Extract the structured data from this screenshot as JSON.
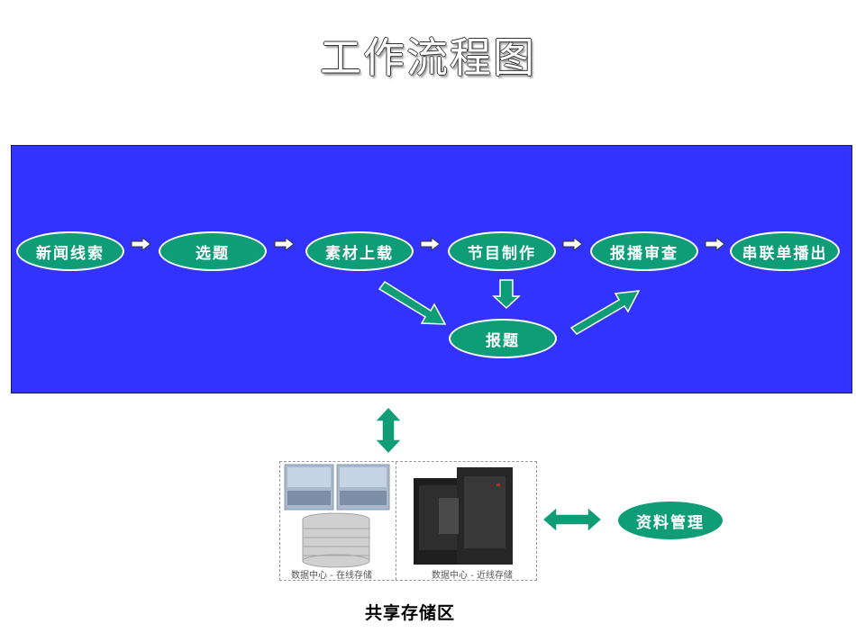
{
  "title": "工作流程图",
  "nodes": {
    "n1": "新闻线索",
    "n2": "选题",
    "n3": "素材上载",
    "n4": "节目制作",
    "n5": "报播审查",
    "n6": "串联单播出",
    "n7": "报题",
    "n8": "资料管理"
  },
  "storage": {
    "caption_online": "数据中心 - 在线存储",
    "caption_nearline": "数据中心 - 近线存储",
    "label": "共享存储区"
  },
  "colors": {
    "panel": "#3333ff",
    "node": "#0f9d78",
    "arrow": "#0f9d78"
  }
}
